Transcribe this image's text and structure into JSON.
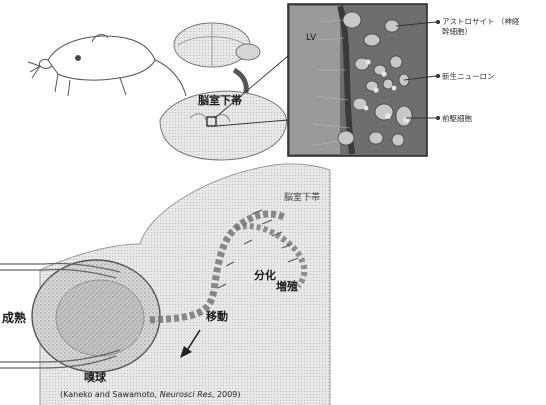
{
  "labels": {
    "lv": "LV",
    "svz_top": "脳室下帯",
    "astro": "アストロサイト （神経",
    "astro2": "幹細胞）",
    "neuron": "新生ニューロン",
    "progenitor": "前駆細胞",
    "svz_bottom": "脳室下帯",
    "differentiation": "分化",
    "proliferation": "増殖",
    "migration": "移動",
    "maturation": "成熟",
    "olfactory_bulb": "嗅球"
  },
  "caption": {
    "authors": "(Kaneko and Sawamoto, ",
    "journal": "Neurosci Res",
    "year": ", 2009)"
  }
}
